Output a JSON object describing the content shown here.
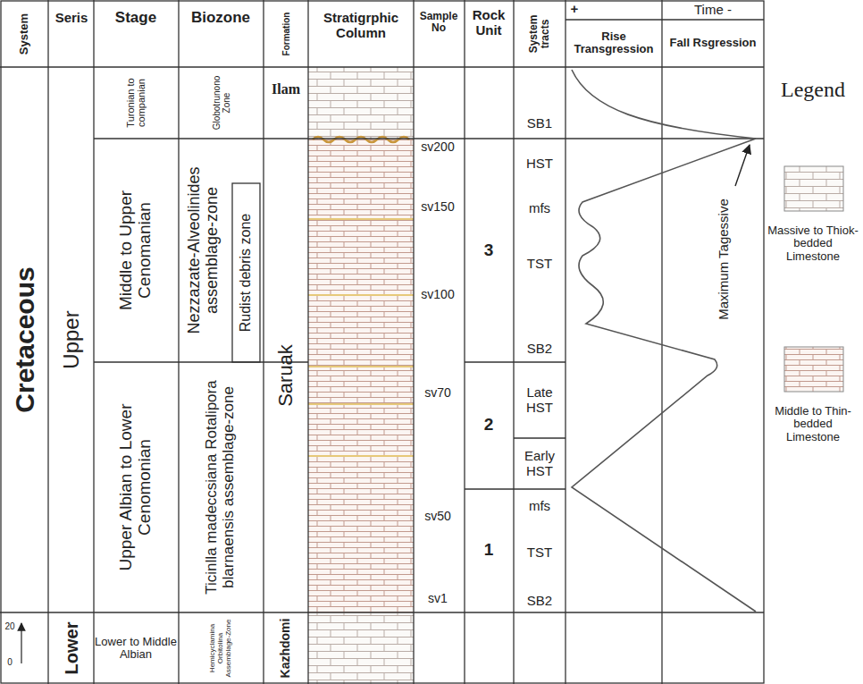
{
  "diagram": {
    "labels": [
      "System",
      "Seris",
      "Stage",
      "Biozone",
      "Formation",
      "Stratigrphic Column",
      "Sample No",
      "Rock Unit",
      "System tracts",
      "+",
      "Time -",
      "Rise Transgression",
      "Fall Rsgression",
      "Legend",
      "Cretaceous",
      "Upper",
      "Lower",
      "Turonian to companian",
      "Globotrunono Zone",
      "Ilam",
      "Middle to Upper Cenomanian",
      "Nezzazate-Alveolinides assemblage-zone",
      "Rudist debris zone",
      "Saruak",
      "Upper Albian to Lower Cenomonian",
      "Ticinlla madeccsiana Rotalipora blarnaensis assemblage-zone",
      "Lower to Middle Albian",
      "Hemicyclamina Orbitolina Assemblage-Zone",
      "Kazhdomi",
      "sv200",
      "sv150",
      "sv100",
      "sv70",
      "sv50",
      "sv1",
      "3",
      "2",
      "1",
      "SB1",
      "HST",
      "mfs",
      "TST",
      "SB2",
      "Late HST",
      "Early HST",
      "mfs",
      "TST",
      "SB2",
      "Maximum Tagessive",
      "20",
      "0"
    ],
    "legend": [
      {
        "text": "Massive to Thiok-bedded Limestone"
      },
      {
        "text": "Middle to Thin-bedded Limestone"
      }
    ]
  }
}
